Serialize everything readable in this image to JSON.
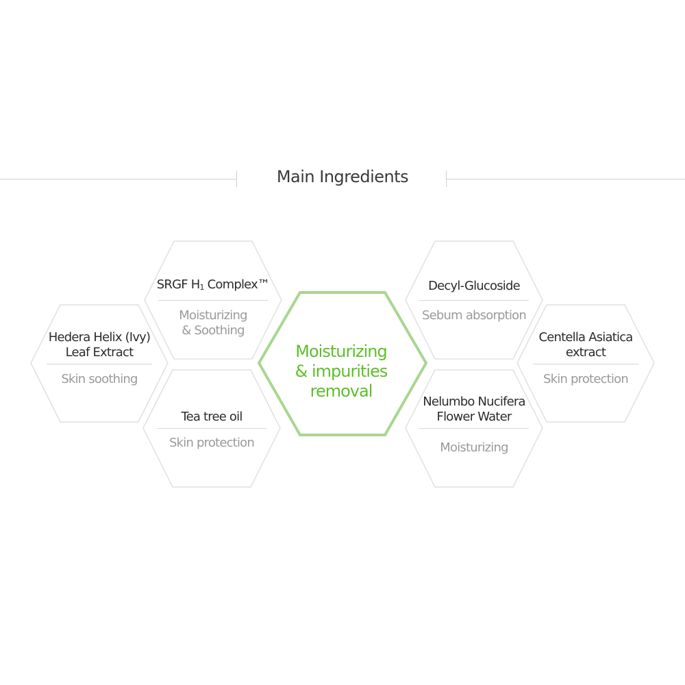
{
  "title": "Main Ingredients",
  "center": {
    "lines": [
      "Moisturizing",
      "& impurities",
      "removal"
    ],
    "color": "#5fbe2b",
    "border_color": "#a9d68f"
  },
  "ingredients": [
    {
      "name_lines": [
        "SRGF H",
        "Complex™"
      ],
      "name_sub": "1",
      "benefit_lines": [
        "Moisturizing",
        "& Soothing"
      ]
    },
    {
      "name_lines": [
        "Hedera Helix (Ivy)",
        "Leaf Extract"
      ],
      "benefit_lines": [
        "Skin soothing"
      ]
    },
    {
      "name_lines": [
        "Tea tree oil"
      ],
      "benefit_lines": [
        "Skin protection"
      ]
    },
    {
      "name_lines": [
        "Decyl-Glucoside"
      ],
      "benefit_lines": [
        "Sebum absorption"
      ]
    },
    {
      "name_lines": [
        "Centella Asiatica",
        "extract"
      ],
      "benefit_lines": [
        "Skin protection"
      ]
    },
    {
      "name_lines": [
        "Nelumbo Nucifera",
        "Flower Water"
      ],
      "benefit_lines": [
        "Moisturizing"
      ]
    }
  ],
  "colors": {
    "hex_border": "#e0e0e0",
    "rule": "#cfcfcf"
  }
}
